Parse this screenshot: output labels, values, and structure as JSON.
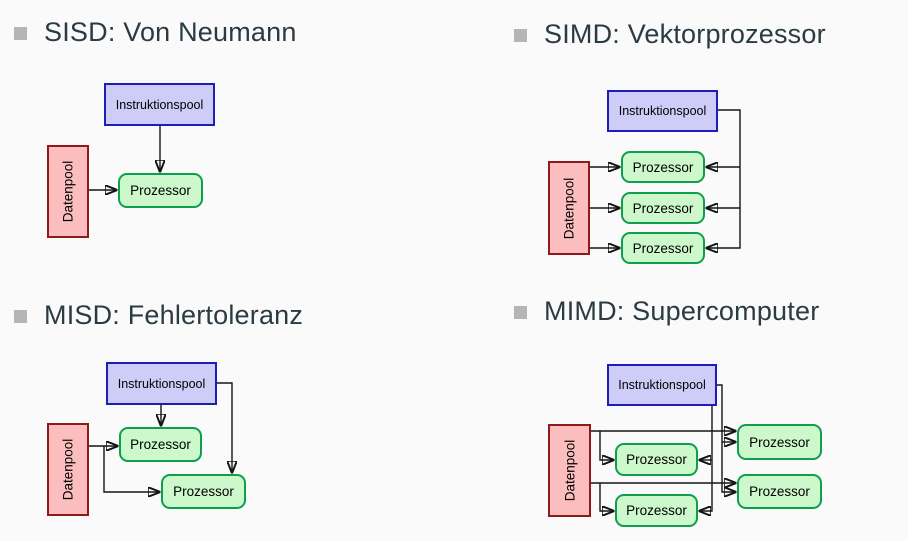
{
  "labels": {
    "instruktionspool": "Instruktionspool",
    "datenpool": "Datenpool",
    "prozessor": "Prozessor"
  },
  "quadrants": [
    {
      "id": "sisd",
      "title": "SISD: Von Neumann"
    },
    {
      "id": "simd",
      "title": "SIMD: Vektorprozessor"
    },
    {
      "id": "misd",
      "title": "MISD: Fehlertoleranz"
    },
    {
      "id": "mimd",
      "title": "MIMD: Supercomputer"
    }
  ],
  "icons": {
    "bullet": "square-bullet"
  },
  "colors": {
    "background": "#fafafa",
    "header_text": "#2b3b43",
    "bullet_gray": "#b5b5b5",
    "instruktionspool_fill": "#cdcdf8",
    "instruktionspool_border": "#1d1db8",
    "datenpool_fill": "#fbbdbd",
    "datenpool_border": "#8e1b1b",
    "prozessor_fill": "#ccf8cc",
    "prozessor_border": "#0f9d4e",
    "arrow": "#141414"
  }
}
